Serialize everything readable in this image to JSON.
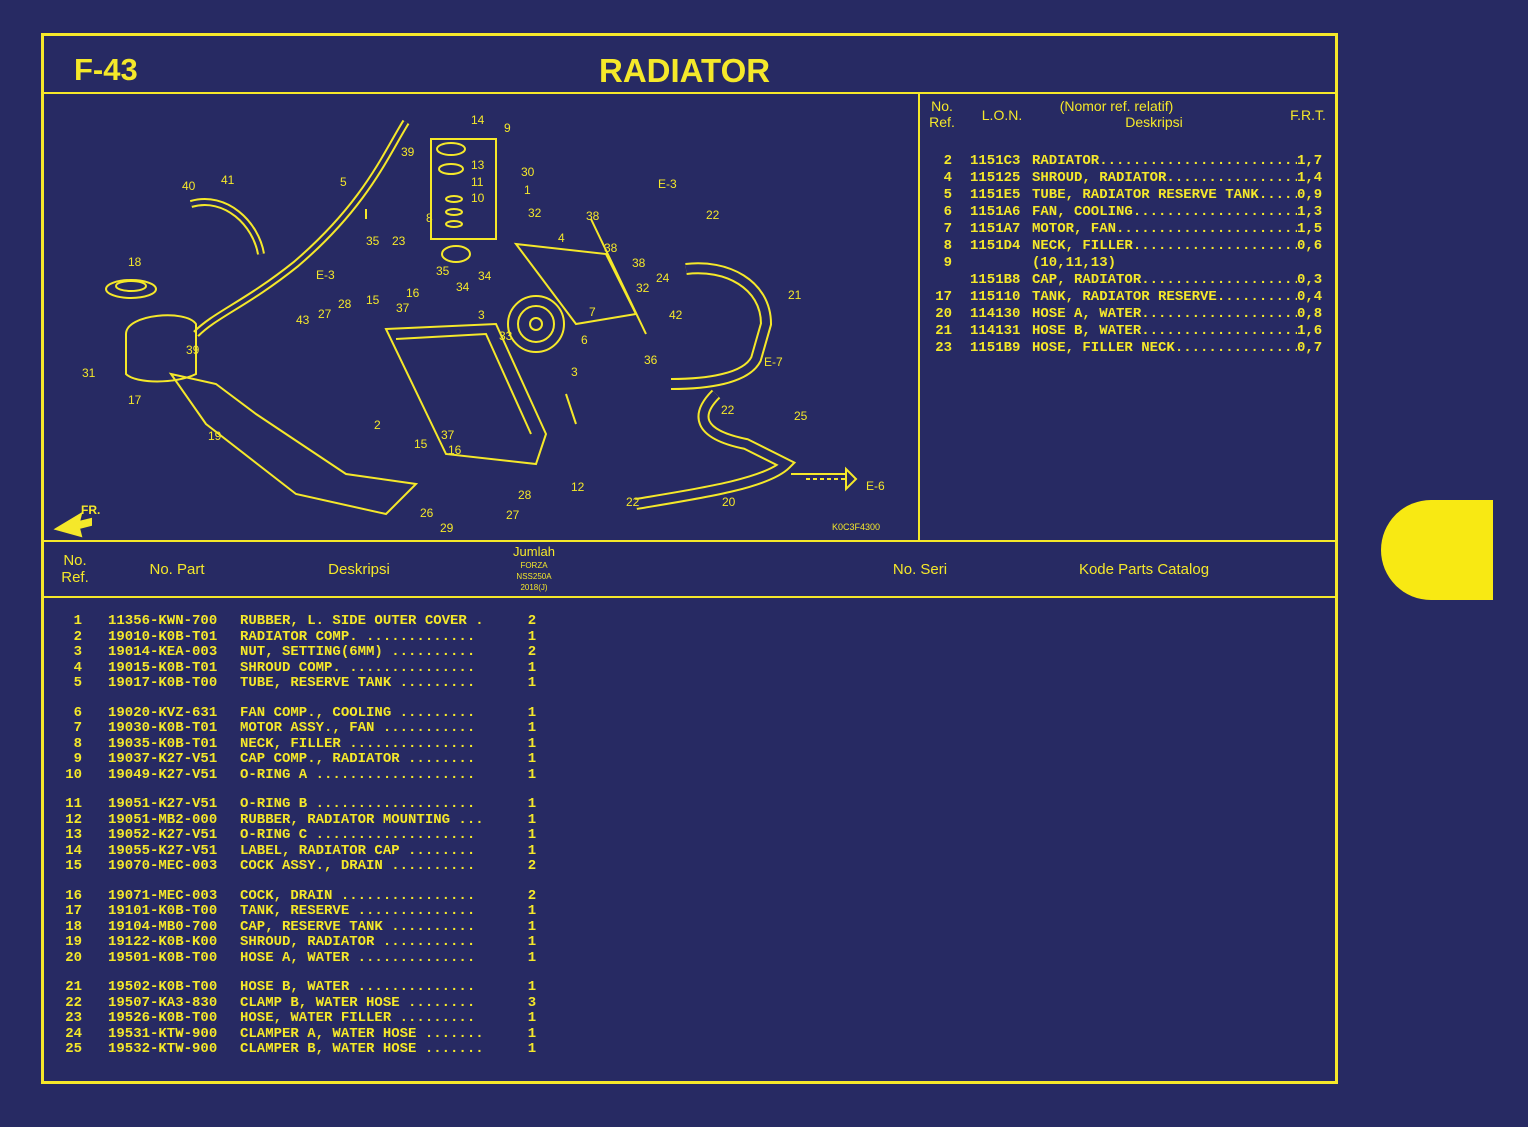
{
  "header": {
    "code": "F-43",
    "title": "RADIATOR"
  },
  "diagram": {
    "catalog_code": "K0C3F4300",
    "direction_label": "FR.",
    "callouts": [
      "1",
      "2",
      "3",
      "4",
      "5",
      "6",
      "7",
      "8",
      "9",
      "10",
      "11",
      "12",
      "13",
      "14",
      "15",
      "16",
      "17",
      "18",
      "19",
      "20",
      "21",
      "22",
      "23",
      "24",
      "25",
      "26",
      "27",
      "28",
      "29",
      "30",
      "31",
      "32",
      "33",
      "34",
      "35",
      "36",
      "37",
      "38",
      "39",
      "40",
      "41",
      "42",
      "43",
      "E-3",
      "E-6",
      "E-7"
    ]
  },
  "lon_table": {
    "headers": {
      "ref": "No.\nRef.",
      "lon": "L.O.N.",
      "desc_top": "(Nomor ref. relatif)",
      "desc": "Deskripsi",
      "frt": "F.R.T."
    },
    "rows": [
      {
        "ref": "2",
        "lon": "1151C3",
        "desc": "RADIATOR........................",
        "frt": "1,7"
      },
      {
        "ref": "4",
        "lon": "115125",
        "desc": "SHROUD, RADIATOR................",
        "frt": "1,4"
      },
      {
        "ref": "5",
        "lon": "1151E5",
        "desc": "TUBE, RADIATOR RESERVE TANK.....",
        "frt": "0,9"
      },
      {
        "ref": "6",
        "lon": "1151A6",
        "desc": "FAN, COOLING....................",
        "frt": "1,3"
      },
      {
        "ref": "7",
        "lon": "1151A7",
        "desc": "MOTOR, FAN......................",
        "frt": "1,5"
      },
      {
        "ref": "8",
        "lon": "1151D4",
        "desc": "NECK, FILLER....................",
        "frt": "0,6"
      },
      {
        "ref": "9",
        "lon": "",
        "desc": "(10,11,13)",
        "frt": ""
      },
      {
        "ref": "",
        "lon": "1151B8",
        "desc": "CAP, RADIATOR...................",
        "frt": "0,3"
      },
      {
        "ref": "17",
        "lon": "115110",
        "desc": "TANK, RADIATOR RESERVE..........",
        "frt": "0,4"
      },
      {
        "ref": "20",
        "lon": "114130",
        "desc": "HOSE A, WATER...................",
        "frt": "0,8"
      },
      {
        "ref": "21",
        "lon": "114131",
        "desc": "HOSE B, WATER...................",
        "frt": "1,6"
      },
      {
        "ref": "23",
        "lon": "1151B9",
        "desc": "HOSE, FILLER NECK...............",
        "frt": "0,7"
      }
    ]
  },
  "parts_table": {
    "headers": {
      "ref": "No.\nRef.",
      "part": "No. Part",
      "desc": "Deskripsi",
      "qty": "Jumlah",
      "qty_sub1": "FORZA",
      "qty_sub2": "NSS250A",
      "qty_sub3": "2018(J)",
      "serial": "No. Seri",
      "catalog": "Kode Parts Catalog"
    },
    "rows": [
      {
        "ref": "1",
        "part": "11356-KWN-700",
        "desc": "RUBBER, L. SIDE OUTER COVER .",
        "qty": "2"
      },
      {
        "ref": "2",
        "part": "19010-K0B-T01",
        "desc": "RADIATOR COMP. .............",
        "qty": "1"
      },
      {
        "ref": "3",
        "part": "19014-KEA-003",
        "desc": "NUT, SETTING(6MM) ..........",
        "qty": "2"
      },
      {
        "ref": "4",
        "part": "19015-K0B-T01",
        "desc": "SHROUD COMP. ...............",
        "qty": "1"
      },
      {
        "ref": "5",
        "part": "19017-K0B-T00",
        "desc": "TUBE, RESERVE TANK .........",
        "qty": "1"
      },
      {
        "ref": "6",
        "part": "19020-KVZ-631",
        "desc": "FAN COMP., COOLING .........",
        "qty": "1"
      },
      {
        "ref": "7",
        "part": "19030-K0B-T01",
        "desc": "MOTOR ASSY., FAN ...........",
        "qty": "1"
      },
      {
        "ref": "8",
        "part": "19035-K0B-T01",
        "desc": "NECK, FILLER ...............",
        "qty": "1"
      },
      {
        "ref": "9",
        "part": "19037-K27-V51",
        "desc": "CAP COMP., RADIATOR ........",
        "qty": "1"
      },
      {
        "ref": "10",
        "part": "19049-K27-V51",
        "desc": "O-RING A ...................",
        "qty": "1"
      },
      {
        "ref": "11",
        "part": "19051-K27-V51",
        "desc": "O-RING B ...................",
        "qty": "1"
      },
      {
        "ref": "12",
        "part": "19051-MB2-000",
        "desc": "RUBBER, RADIATOR MOUNTING ...",
        "qty": "1"
      },
      {
        "ref": "13",
        "part": "19052-K27-V51",
        "desc": "O-RING C ...................",
        "qty": "1"
      },
      {
        "ref": "14",
        "part": "19055-K27-V51",
        "desc": "LABEL, RADIATOR CAP ........",
        "qty": "1"
      },
      {
        "ref": "15",
        "part": "19070-MEC-003",
        "desc": "COCK ASSY., DRAIN ..........",
        "qty": "2"
      },
      {
        "ref": "16",
        "part": "19071-MEC-003",
        "desc": "COCK, DRAIN ................",
        "qty": "2"
      },
      {
        "ref": "17",
        "part": "19101-K0B-T00",
        "desc": "TANK, RESERVE ..............",
        "qty": "1"
      },
      {
        "ref": "18",
        "part": "19104-MB0-700",
        "desc": "CAP, RESERVE TANK ..........",
        "qty": "1"
      },
      {
        "ref": "19",
        "part": "19122-K0B-K00",
        "desc": "SHROUD, RADIATOR ...........",
        "qty": "1"
      },
      {
        "ref": "20",
        "part": "19501-K0B-T00",
        "desc": "HOSE A, WATER ..............",
        "qty": "1"
      },
      {
        "ref": "21",
        "part": "19502-K0B-T00",
        "desc": "HOSE B, WATER ..............",
        "qty": "1"
      },
      {
        "ref": "22",
        "part": "19507-KA3-830",
        "desc": "CLAMP B, WATER HOSE ........",
        "qty": "3"
      },
      {
        "ref": "23",
        "part": "19526-K0B-T00",
        "desc": "HOSE, WATER FILLER .........",
        "qty": "1"
      },
      {
        "ref": "24",
        "part": "19531-KTW-900",
        "desc": "CLAMPER A, WATER HOSE .......",
        "qty": "1"
      },
      {
        "ref": "25",
        "part": "19532-KTW-900",
        "desc": "CLAMPER B, WATER HOSE .......",
        "qty": "1"
      }
    ]
  },
  "colors": {
    "background": "#272a63",
    "accent": "#f5e82a",
    "tab": "#f8e913"
  }
}
